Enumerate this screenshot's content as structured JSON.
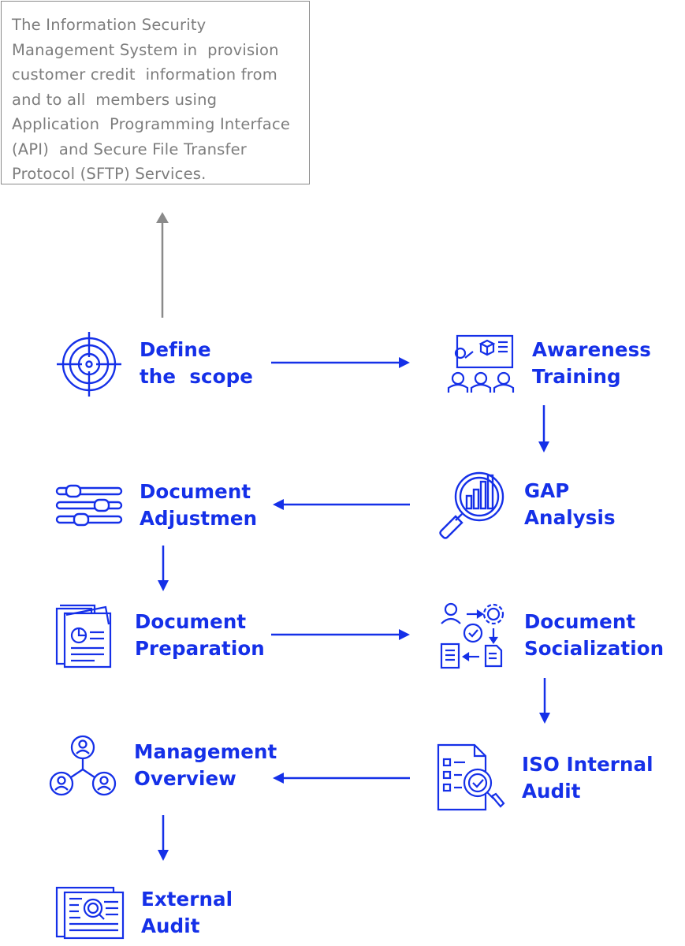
{
  "scope_description": [
    "The Information Security",
    "Management System in  provision",
    "customer credit  information from",
    "and to all  members using",
    "Application  Programming Interface",
    "(API)  and Secure File Transfer",
    "Protocol (SFTP) Services."
  ],
  "steps": [
    {
      "lines": [
        "Define",
        "the  scope"
      ],
      "icon": "target-crosshair-icon"
    },
    {
      "lines": [
        "Awareness",
        "Training"
      ],
      "icon": "classroom-presentation-icon"
    },
    {
      "lines": [
        "GAP",
        "Analysis"
      ],
      "icon": "magnifier-bar-chart-icon"
    },
    {
      "lines": [
        "Document",
        "Adjustmen"
      ],
      "icon": "sliders-adjustment-icon"
    },
    {
      "lines": [
        "Document",
        "Preparation"
      ],
      "icon": "document-stack-icon"
    },
    {
      "lines": [
        "Document",
        "Socialization"
      ],
      "icon": "workflow-share-icon"
    },
    {
      "lines": [
        "ISO Internal",
        "Audit"
      ],
      "icon": "checklist-audit-icon"
    },
    {
      "lines": [
        "Management",
        "Overview"
      ],
      "icon": "team-hierarchy-icon"
    },
    {
      "lines": [
        "External",
        "Audit"
      ],
      "icon": "document-search-icon"
    }
  ],
  "colors": {
    "accent": "#1530e8",
    "muted": "#7d7d7d",
    "muted_arrow": "#8a8a8a"
  }
}
